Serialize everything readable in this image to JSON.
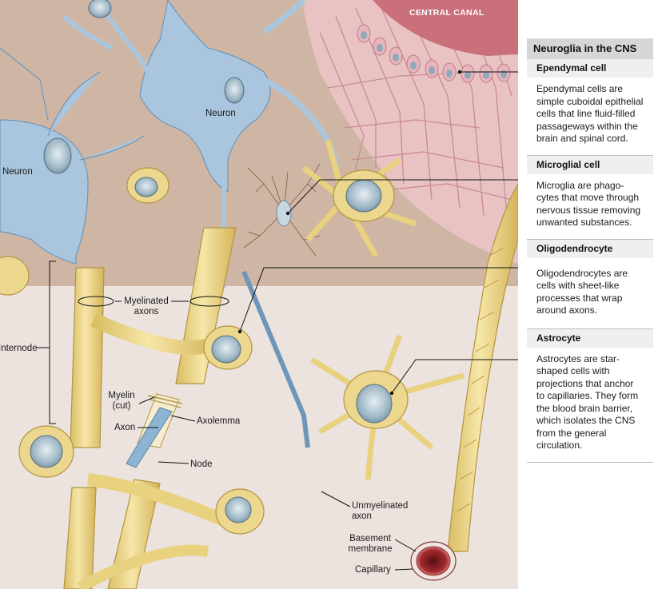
{
  "illustration": {
    "labels": {
      "central_canal": "CENTRAL CANAL",
      "neuron_top": "Neuron",
      "neuron_left": "Neuron",
      "myelinated_axons": "Myelinated\naxons",
      "internode": "Internode",
      "myelin_cut": "Myelin\n(cut)",
      "axon": "Axon",
      "axolemma": "Axolemma",
      "node": "Node",
      "unmyelinated_axon": "Unmyelinated\naxon",
      "basement_membrane": "Basement\nmembrane",
      "capillary": "Capillary"
    }
  },
  "panel": {
    "title": "Neuroglia in the CNS",
    "sections": [
      {
        "heading": "Ependymal cell",
        "text": "Ependymal cells are simple cuboidal epithelial cells that line fluid-filled passageways within the brain and spinal cord."
      },
      {
        "heading": "Microglial cell",
        "text": "Microglia are phago-\ncytes that move through nervous tissue removing unwanted substances."
      },
      {
        "heading": "Oligodendrocyte",
        "text": "Oligodendrocytes are cells with sheet-like processes that wrap around axons."
      },
      {
        "heading": "Astrocyte",
        "text": "Astrocytes are star-shaped cells with projections that anchor to capillaries. They form the blood brain barrier, which isolates the CNS from the general circulation."
      }
    ]
  },
  "colors": {
    "gray_matter": "#cfb6a4",
    "white_matter": "#ece3de",
    "neuron": "#a9c6de",
    "glia": "#ecd78e",
    "ependyma": "#e7b5bb",
    "canal": "#c9707a"
  }
}
